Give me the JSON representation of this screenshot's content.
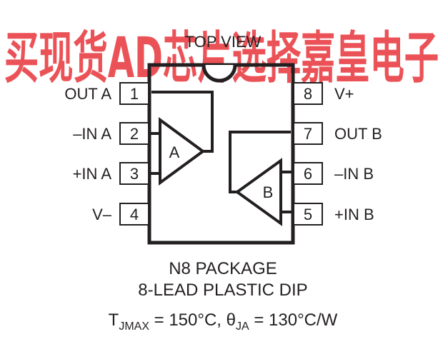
{
  "title": "TOP VIEW",
  "watermark": "买现货AD芯片选择嘉皇电子",
  "colors": {
    "ink": "#231f20",
    "watermark": "#e8353a",
    "background": "#ffffff"
  },
  "amp_a_label": "A",
  "amp_b_label": "B",
  "pins_left": [
    {
      "number": "1",
      "label": "OUT A"
    },
    {
      "number": "2",
      "label": "–IN A"
    },
    {
      "number": "3",
      "label": "+IN A"
    },
    {
      "number": "4",
      "label": "V–"
    }
  ],
  "pins_right": [
    {
      "number": "8",
      "label": "V+"
    },
    {
      "number": "7",
      "label": "OUT B"
    },
    {
      "number": "6",
      "label": "–IN B"
    },
    {
      "number": "5",
      "label": "+IN B"
    }
  ],
  "package": {
    "line1": "N8 PACKAGE",
    "line2": "8-LEAD PLASTIC DIP",
    "thermal_t": "T",
    "thermal_t_sub": "JMAX",
    "thermal_t_value": " = 150°C, ",
    "thermal_theta": "θ",
    "thermal_theta_sub": "JA",
    "thermal_theta_value": " = 130°C/W"
  }
}
